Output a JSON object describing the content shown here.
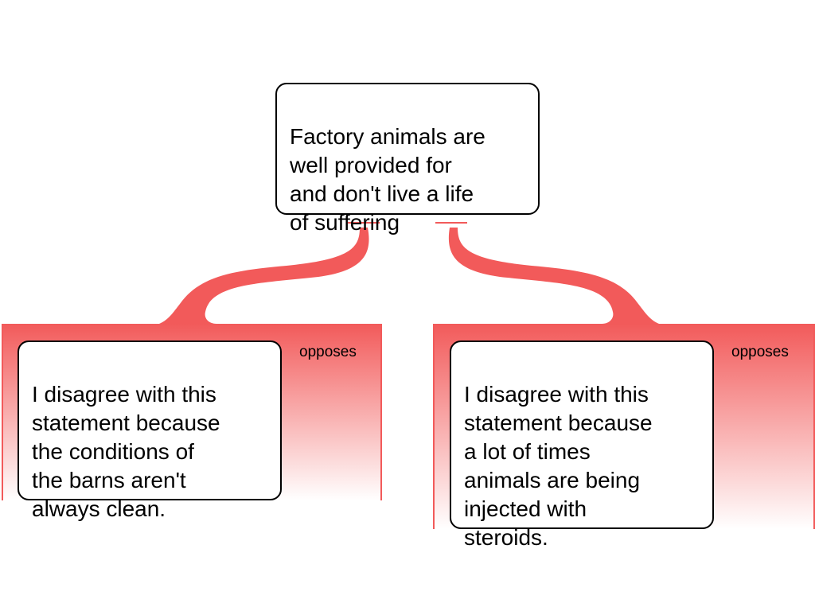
{
  "map": {
    "claim": {
      "text": "Factory animals are\nwell provided for\nand don't live a life\nof suffering"
    },
    "objections": [
      {
        "tag": "opposes",
        "text": "I disagree with this\nstatement because\nthe conditions of\nthe barns aren't\nalways clean."
      },
      {
        "tag": "opposes",
        "text": "I disagree with this\nstatement because\na lot of times\nanimals are being\ninjected with\nsteroids."
      }
    ]
  },
  "colors": {
    "oppose_red": "#f25a5a",
    "oppose_fade": "#ffffff",
    "box_border": "#000000",
    "box_fill": "#ffffff",
    "text": "#000000"
  }
}
